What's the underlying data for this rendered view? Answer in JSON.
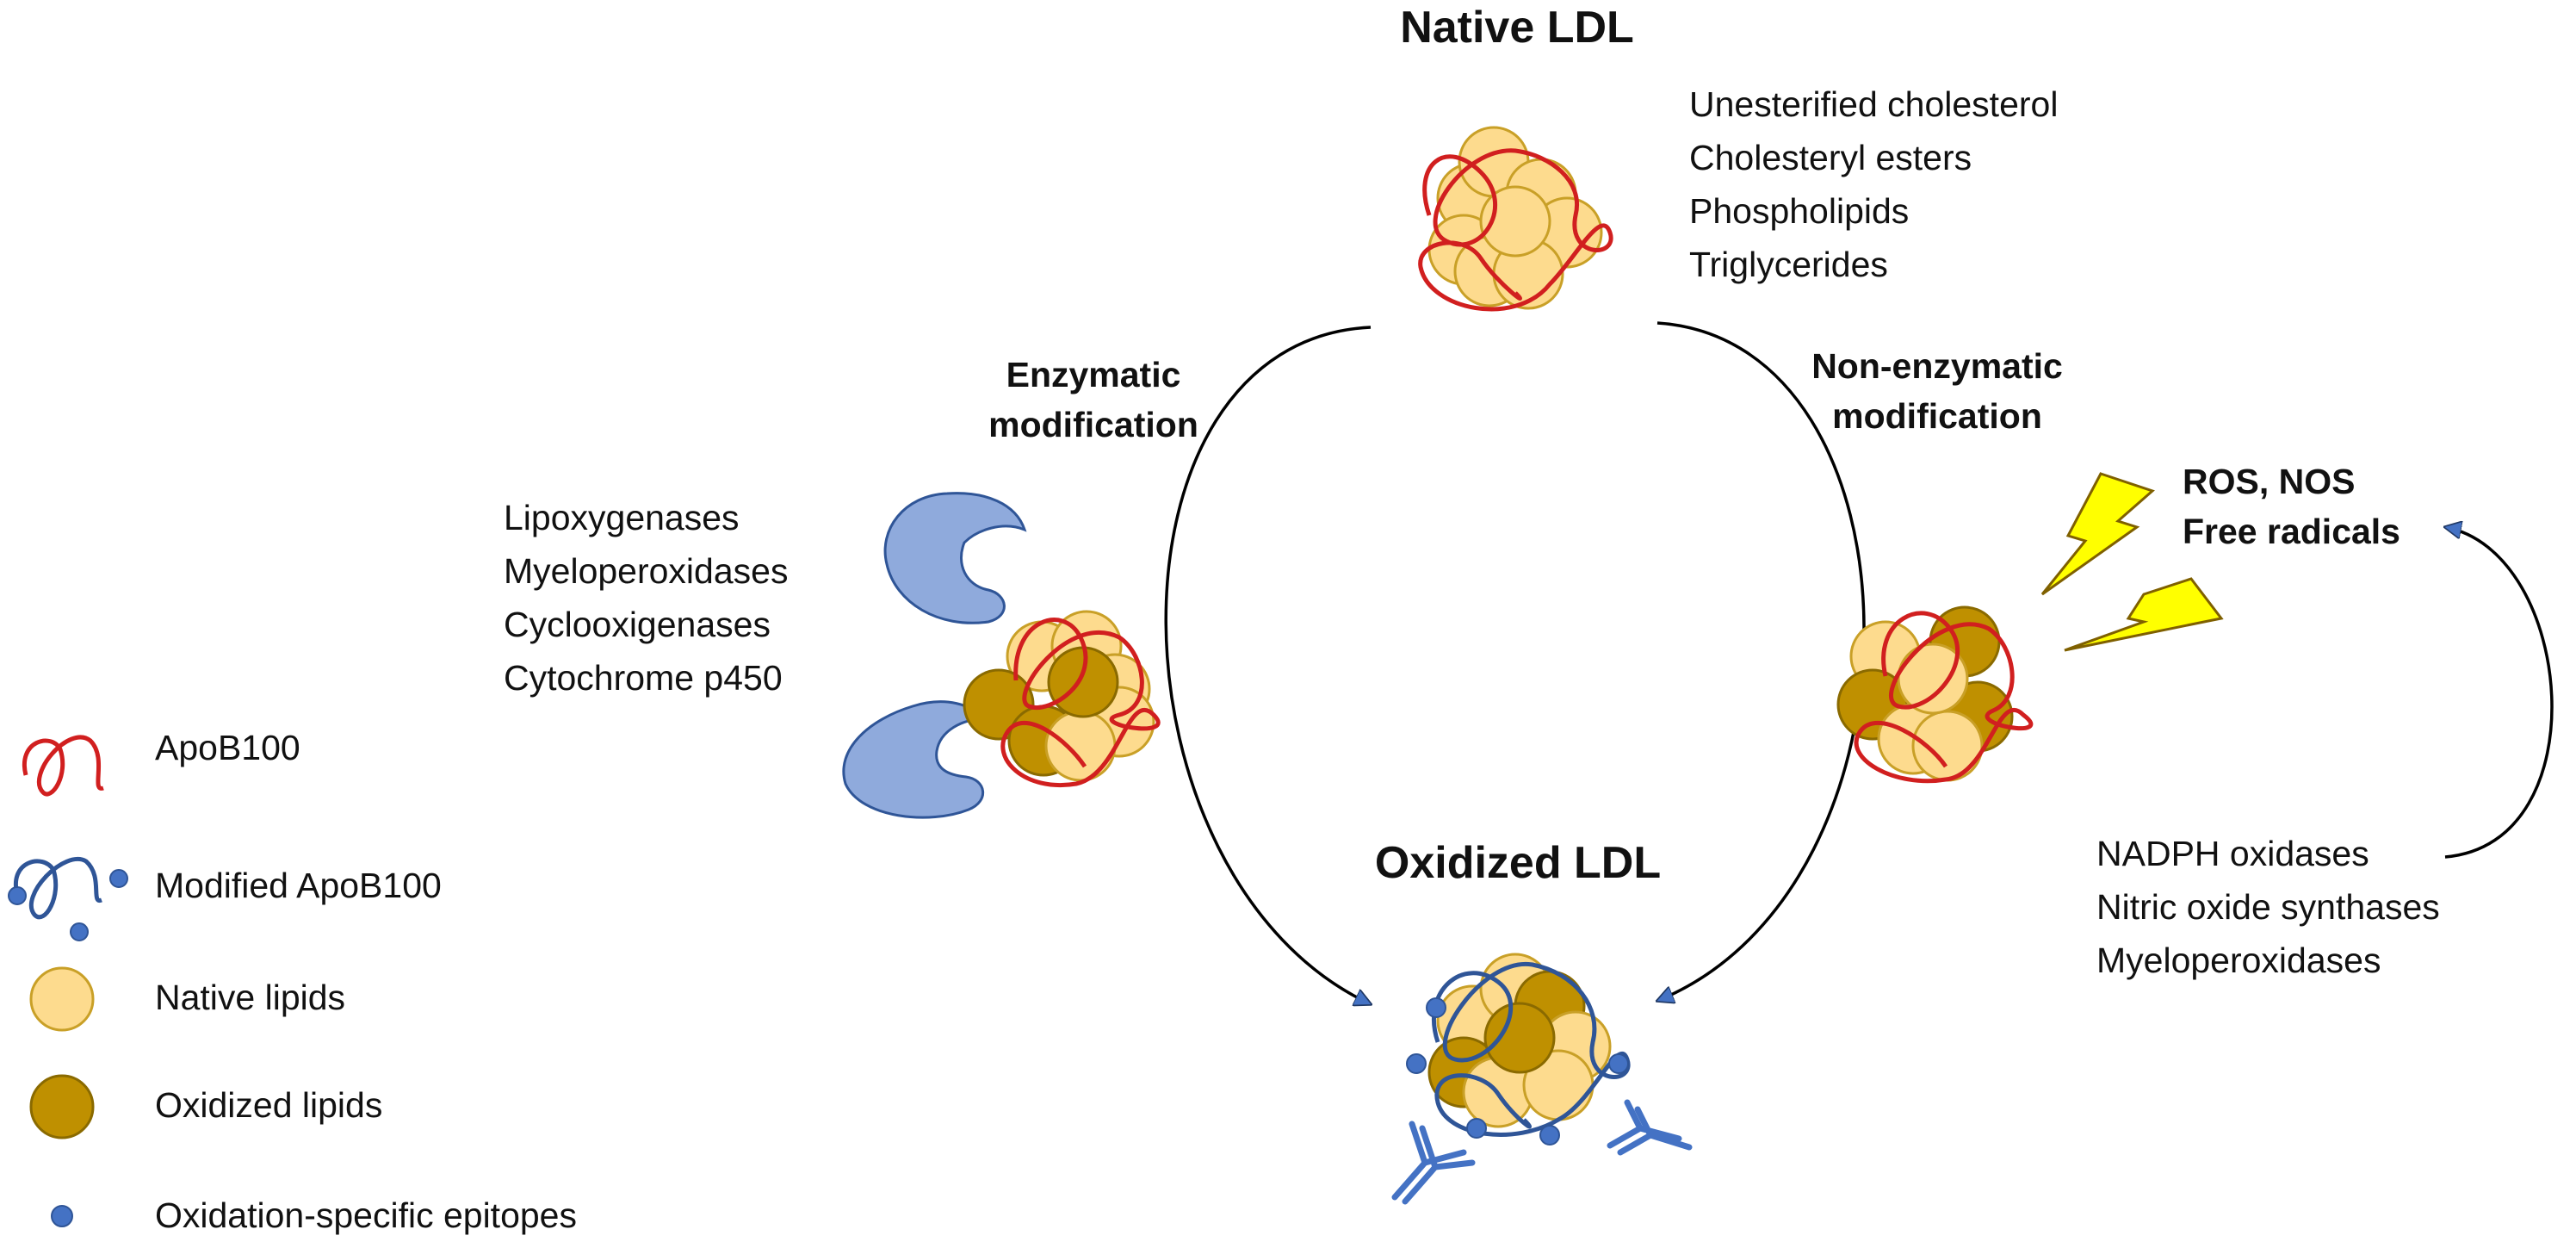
{
  "titles": {
    "native": "Native LDL",
    "oxidized": "Oxidized LDL"
  },
  "native_components": [
    "Unesterified cholesterol",
    "Cholesteryl esters",
    "Phospholipids",
    "Triglycerides"
  ],
  "enzymatic": {
    "line1": "Enzymatic",
    "line2": "modification",
    "enzymes": [
      "Lipoxygenases",
      "Myeloperoxidases",
      "Cyclooxigenases",
      "Cytochrome p450"
    ]
  },
  "nonenzymatic": {
    "line1": "Non-enzymatic",
    "line2": "modification",
    "species_line1": "ROS, NOS",
    "species_line2": "Free radicals",
    "sources": [
      "NADPH oxidases",
      "Nitric oxide synthases",
      "Myeloperoxidases"
    ]
  },
  "legend": [
    {
      "label": "ApoB100",
      "icon": "apob100-icon"
    },
    {
      "label": "Modified ApoB100",
      "icon": "modified-apob100-icon"
    },
    {
      "label": "Native lipids",
      "icon": "native-lipid-icon"
    },
    {
      "label": "Oxidized lipids",
      "icon": "oxidized-lipid-icon"
    },
    {
      "label": "Oxidation-specific epitopes",
      "icon": "epitope-icon"
    }
  ],
  "colors": {
    "native_lipid_fill": "#FDDB8E",
    "native_lipid_stroke": "#C9A027",
    "oxidized_lipid_fill": "#BF9000",
    "apob100": "#D11F1F",
    "modified_apob100": "#2F5597",
    "epitope": "#4472C4",
    "enzyme": "#8FAADC",
    "lightning": "#FFFF00",
    "antibody": "#4472C4",
    "arrow": "#000000",
    "arrowhead": "#4472C4"
  }
}
